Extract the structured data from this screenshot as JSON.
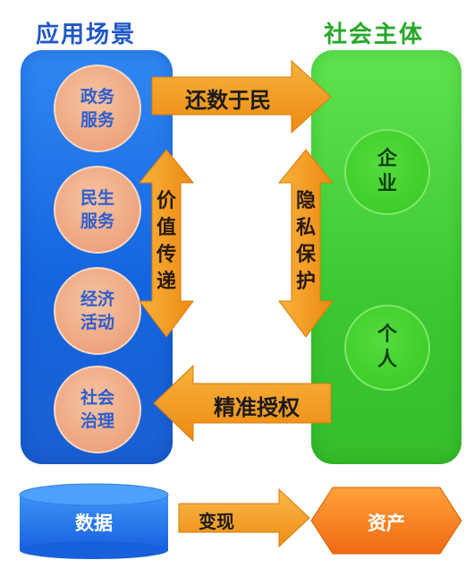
{
  "header": {
    "left_title": "应用场景",
    "right_title": "社会主体"
  },
  "scenes": [
    "政务\n服务",
    "民生\n服务",
    "经济\n活动",
    "社会\n治理"
  ],
  "entities": [
    "企\n业",
    "个\n人"
  ],
  "arrows": {
    "top": "还数于民",
    "bottom": "精准授权",
    "left_vertical": "价\n值\n传\n递",
    "right_vertical": "隐\n私\n保\n护",
    "convert": "变现"
  },
  "bottom": {
    "data": "数据",
    "asset": "资产"
  },
  "colors": {
    "blue_panel": "#1e6ae6",
    "green_panel": "#3fcd33",
    "orange_arrow": "#f39c1a",
    "peach_circle": "#eea47f"
  }
}
